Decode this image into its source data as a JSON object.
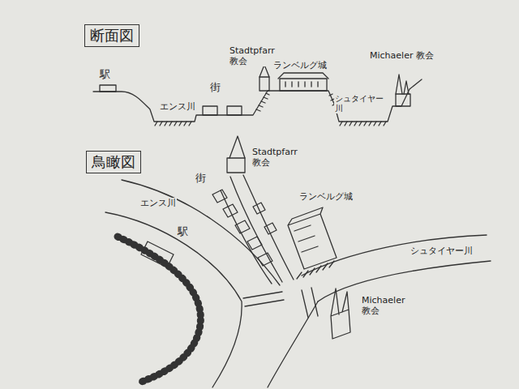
{
  "diagram": {
    "nodes": [
      {
        "text": [
          "断面図"
        ]
      },
      {
        "text": [
          "鳥瞰図"
        ]
      }
    ],
    "labels": [
      "駅",
      "エンス川",
      "街",
      "Stadtpfarr 教会",
      "ランベルグ城",
      "シュタイヤー川",
      "Michaeler 教会",
      "Stadtpfarr 教会",
      "街",
      "エンス川",
      "駅",
      "ランベルグ城",
      "シュタイヤー川",
      "Michaeler 教会"
    ]
  }
}
